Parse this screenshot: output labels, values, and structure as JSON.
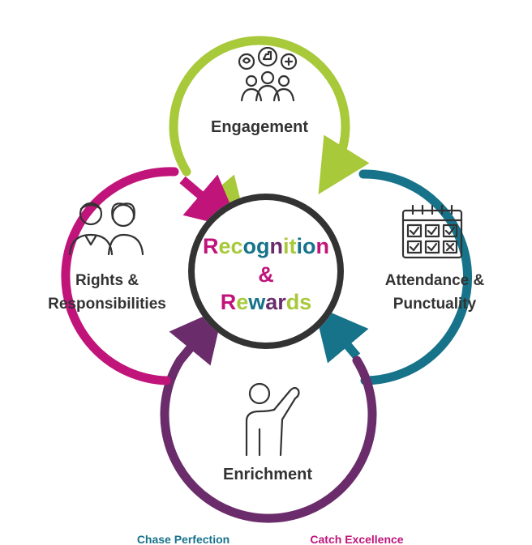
{
  "center": {
    "line1": [
      "R",
      "ec",
      "og",
      "n",
      "it",
      "io",
      "n"
    ],
    "line2": "&",
    "line3": [
      "R",
      "e",
      "w",
      "ar",
      "ds"
    ]
  },
  "nodes": {
    "engagement": "Engagement",
    "attendance_line1": "Attendance &",
    "attendance_line2": "Punctuality",
    "enrichment": "Enrichment",
    "rights_line1": "Rights &",
    "rights_line2": "Responsibilities"
  },
  "footer": {
    "left": "Chase Perfection",
    "right": "Catch Excellence"
  },
  "colors": {
    "engagement": "#a8c93a",
    "attendance": "#17738a",
    "enrichment": "#6b2c6b",
    "rights": "#c0147a",
    "center_ring": "#333333",
    "text": "#333333",
    "footer_left": "#17738a",
    "footer_right": "#c0147a"
  },
  "center_letter_colors": {
    "line1": [
      "#c0147a",
      "#a8c93a",
      "#17738a",
      "#6b2c6b",
      "#a8c93a",
      "#17738a",
      "#c0147a"
    ],
    "line3": [
      "#c0147a",
      "#a8c93a",
      "#17738a",
      "#6b2c6b",
      "#a8c93a"
    ]
  },
  "icons": {
    "engagement": "people-reactions-icon",
    "attendance": "calendar-checks-icon",
    "enrichment": "raised-hand-person-icon",
    "rights": "two-people-icon"
  }
}
